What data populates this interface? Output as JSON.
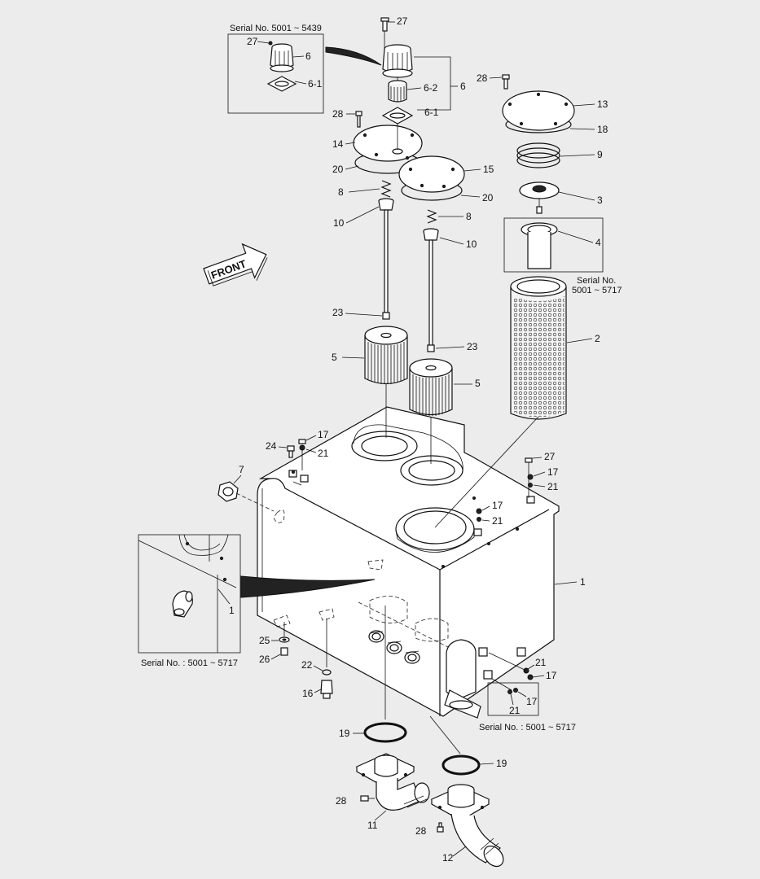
{
  "serials": {
    "s5439": "Serial No. 5001 ~ 5439",
    "s5717_line1": "Serial No.",
    "s5717_line2": "5001 ~ 5717",
    "s5717_left": "Serial No. : 5001 ~ 5717",
    "s5717_right": "Serial No. : 5001 ~ 5717"
  },
  "front_label": "FRONT",
  "labels": {
    "p27a": "27",
    "p27b": "27",
    "p27c": "27",
    "p6a": "6",
    "p6b": "6",
    "p61a": "6-1",
    "p61b": "6-1",
    "p62": "6-2",
    "p28a": "28",
    "p28b": "28",
    "p28c": "28",
    "p28d": "28",
    "p13": "13",
    "p18": "18",
    "p9": "9",
    "p3": "3",
    "p4": "4",
    "p2": "2",
    "p14": "14",
    "p20a": "20",
    "p20b": "20",
    "p15": "15",
    "p8a": "8",
    "p8b": "8",
    "p10a": "10",
    "p10b": "10",
    "p23a": "23",
    "p23b": "23",
    "p5a": "5",
    "p5b": "5",
    "p17a": "17",
    "p17b": "17",
    "p17c": "17",
    "p17d": "17",
    "p17e": "17",
    "p24": "24",
    "p21a": "21",
    "p21b": "21",
    "p21c": "21",
    "p21d": "21",
    "p21e": "21",
    "p7": "7",
    "p1a": "1",
    "p1b": "1",
    "p25": "25",
    "p26": "26",
    "p22": "22",
    "p16": "16",
    "p19a": "19",
    "p19b": "19",
    "p11": "11",
    "p12": "12"
  }
}
